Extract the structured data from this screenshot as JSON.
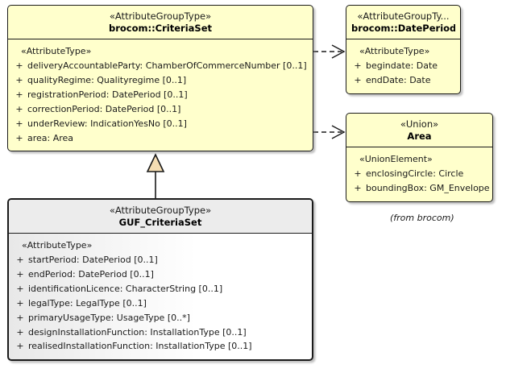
{
  "diagram": {
    "type": "uml-class-diagram",
    "background": "#ffffff",
    "colors": {
      "class_fill_yellow": "#ffffcc",
      "class_fill_grey_header": "#ececec",
      "class_fill_grey_body": "#ffffff",
      "border": "#1a1a1a",
      "generalization_triangle_fill": "#f5ddb3",
      "text": "#1a1a1a"
    }
  },
  "classes": {
    "criteriaSet": {
      "stereotype": "«AttributeGroupType»",
      "name": "brocom::CriteriaSet",
      "compartment_stereotype": "«AttributeType»",
      "attributes": [
        {
          "visibility": "+",
          "text": "deliveryAccountableParty: ChamberOfCommerceNumber [0..1]"
        },
        {
          "visibility": "+",
          "text": "qualityRegime: Qualityregime [0..1]"
        },
        {
          "visibility": "+",
          "text": "registrationPeriod: DatePeriod [0..1]"
        },
        {
          "visibility": "+",
          "text": "correctionPeriod: DatePeriod [0..1]"
        },
        {
          "visibility": "+",
          "text": "underReview: IndicationYesNo [0..1]"
        },
        {
          "visibility": "+",
          "text": "area: Area"
        }
      ]
    },
    "datePeriod": {
      "stereotype": "«AttributeGroupTy...",
      "name": "brocom::DatePeriod",
      "compartment_stereotype": "«AttributeType»",
      "attributes": [
        {
          "visibility": "+",
          "text": "begindate: Date"
        },
        {
          "visibility": "+",
          "text": "endDate: Date"
        }
      ]
    },
    "area": {
      "stereotype": "«Union»",
      "name": "Area",
      "compartment_stereotype": "«UnionElement»",
      "attributes": [
        {
          "visibility": "+",
          "text": "enclosingCircle: Circle"
        },
        {
          "visibility": "+",
          "text": "boundingBox: GM_Envelope"
        }
      ]
    },
    "gufCriteriaSet": {
      "stereotype": "«AttributeGroupType»",
      "name": "GUF_CriteriaSet",
      "compartment_stereotype": "«AttributeType»",
      "attributes": [
        {
          "visibility": "+",
          "text": "startPeriod: DatePeriod [0..1]"
        },
        {
          "visibility": "+",
          "text": "endPeriod: DatePeriod [0..1]"
        },
        {
          "visibility": "+",
          "text": "identificationLicence: CharacterString [0..1]"
        },
        {
          "visibility": "+",
          "text": "legalType: LegalType [0..1]"
        },
        {
          "visibility": "+",
          "text": "primaryUsageType: UsageType [0..*]"
        },
        {
          "visibility": "+",
          "text": "designInstallationFunction: InstallationType [0..1]"
        },
        {
          "visibility": "+",
          "text": "realisedInstallationFunction: InstallationType [0..1]"
        }
      ]
    }
  },
  "notes": {
    "from_package": "(from brocom)"
  },
  "relationships": [
    {
      "kind": "dependency",
      "style": "dashed-open-arrow",
      "from": "brocom::CriteriaSet",
      "to": "brocom::DatePeriod"
    },
    {
      "kind": "dependency",
      "style": "dashed-open-arrow",
      "from": "brocom::CriteriaSet",
      "to": "Area"
    },
    {
      "kind": "generalization",
      "style": "solid-hollow-triangle",
      "from": "GUF_CriteriaSet",
      "to": "brocom::CriteriaSet"
    }
  ]
}
